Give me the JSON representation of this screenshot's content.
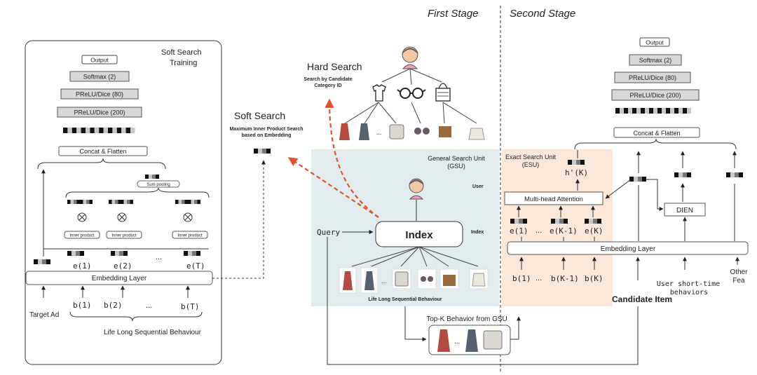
{
  "headers": {
    "first_stage": "First Stage",
    "second_stage": "Second Stage"
  },
  "soft_training": {
    "title_line1": "Soft Search",
    "title_line2": "Training",
    "output": "Output",
    "softmax": "Softmax (2)",
    "prelu80": "PReLU/Dice (80)",
    "prelu200": "PReLU/Dice (200)",
    "concat": "Concat & Flatten",
    "sum_pooling": "Sum pooling",
    "inner_product": "Inner product",
    "e1": "e(1)",
    "e2": "e(2)",
    "dots": "...",
    "eT": "e(T)",
    "embedding": "Embedding Layer",
    "target_ad": "Target Ad",
    "b1": "b(1)",
    "b2": "b(2)",
    "bT": "b(T)",
    "lifelong": "Life Long Sequential Behaviour"
  },
  "soft_search": {
    "title": "Soft Search",
    "desc_line1": "Maximum Inner Product Search",
    "desc_line2": "based on Embedding"
  },
  "hard_search": {
    "title": "Hard Search",
    "desc_line1": "Search by Candidate",
    "desc_line2": "Category ID",
    "ellipsis": "..."
  },
  "gsu": {
    "title_line1": "General Search Unit",
    "title_line2": "(GSU)",
    "user": "User",
    "query": "Query",
    "index": "Index",
    "index_label": "Index",
    "ellipsis": "...",
    "lifelong": "Life Long Sequential Behaviour",
    "topk": "Top-K Behavior from GSU",
    "topk_ellipsis": "..."
  },
  "esu": {
    "title_line1": "Exact Search Unit",
    "title_line2": "(ESU)",
    "hk": "h'(K)",
    "mha": "Multi-head Attention",
    "e1": "e(1)",
    "dots": "...",
    "ek1": "e(K-1)",
    "ek": "e(K)",
    "b1": "b(1)",
    "bk1": "b(K-1)",
    "bk": "b(K)"
  },
  "right": {
    "output": "Output",
    "softmax": "Softmax (2)",
    "prelu80": "PReLU/Dice (80)",
    "prelu200": "PReLU/Dice (200)",
    "concat": "Concat & Flatten",
    "dien": "DIEN",
    "embedding": "Embedding Layer",
    "user_short_line1": "User short-time",
    "user_short_line2": "behaviors",
    "other_line1": "Other",
    "other_line2": "Fea",
    "candidate": "Candidate Item"
  },
  "colors": {
    "gsu_bg": "#e2ebee",
    "esu_bg": "#fbe8d8",
    "red_arrow": "#e0532d",
    "bar_dark": "#111111",
    "bar_mid": "#777777",
    "bar_light": "#c8c8c8"
  }
}
